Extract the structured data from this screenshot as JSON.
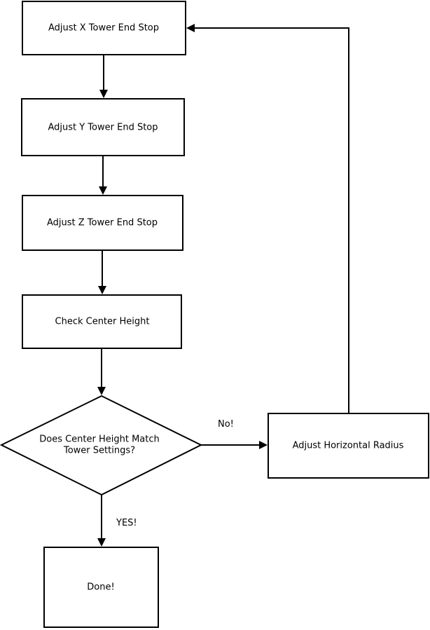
{
  "nodes": {
    "adjust_x": {
      "label": "Adjust X Tower End Stop"
    },
    "adjust_y": {
      "label": "Adjust Y Tower End Stop"
    },
    "adjust_z": {
      "label": "Adjust Z Tower End Stop"
    },
    "check_center": {
      "label": "Check Center Height"
    },
    "decision": {
      "label_lines": [
        "Does Center Height Match",
        "Tower Settings?"
      ]
    },
    "adjust_radius": {
      "label": "Adjust Horizontal Radius"
    },
    "done": {
      "label": "Done!"
    }
  },
  "edges": {
    "no_label": "No!",
    "yes_label": "YES!"
  }
}
